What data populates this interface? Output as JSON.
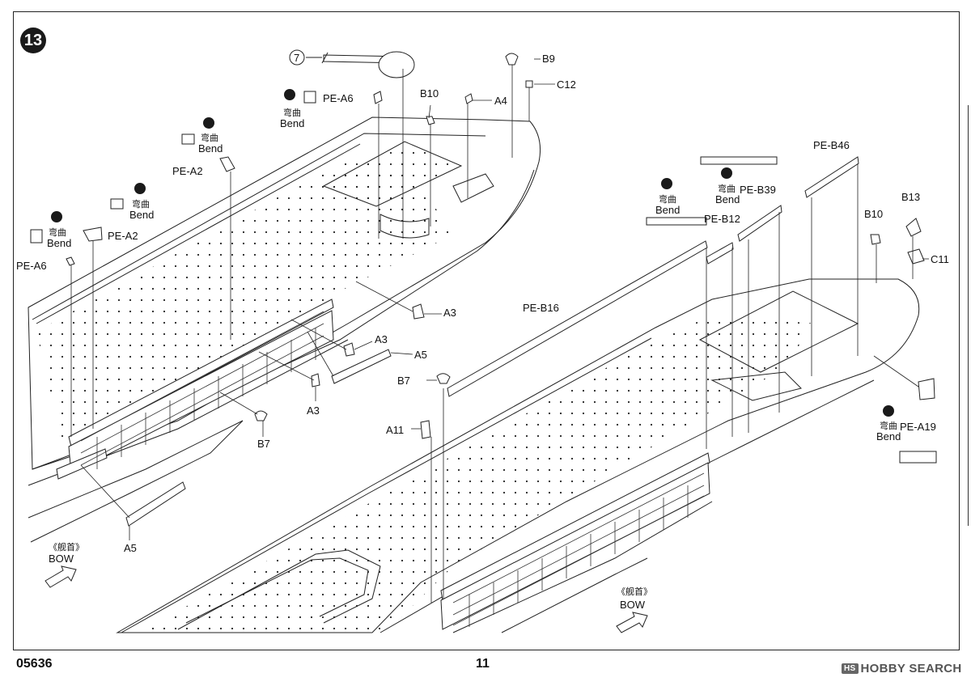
{
  "step_number": "13",
  "labels": {
    "callout_7": "7",
    "b9": "B9",
    "c12": "C12",
    "b10_left": "B10",
    "a4": "A4",
    "pe_a6_top": "PE-A6",
    "pe_a2_top": "PE-A2",
    "pe_a2_mid": "PE-A2",
    "pe_a6_left": "PE-A6",
    "a3_1": "A3",
    "a3_2": "A3",
    "a3_3": "A3",
    "a5_1": "A5",
    "a5_2": "A5",
    "b7_left": "B7",
    "b7_right": "B7",
    "a11": "A11",
    "pe_b16": "PE-B16",
    "pe_b12": "PE-B12",
    "pe_b39": "PE-B39",
    "pe_b46": "PE-B46",
    "b10_right": "B10",
    "b13": "B13",
    "c11": "C11",
    "pe_a19": "PE-A19"
  },
  "bend": {
    "chinese": "弯曲",
    "english": "Bend"
  },
  "bow": {
    "chinese": "《舰首》",
    "english": "BOW"
  },
  "footer": {
    "code": "05636",
    "page": "11",
    "brand_logo": "HS",
    "brand": "HOBBY SEARCH"
  }
}
